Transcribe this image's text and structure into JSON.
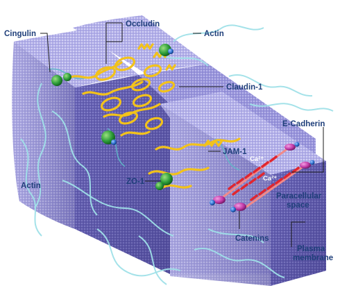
{
  "labels": {
    "cingulin": "Cingulin",
    "occludin": "Occludin",
    "actin_top": "Actin",
    "claudin": "Claudin-1",
    "ecadherin": "E-Cadherin",
    "jam": "JAM-1",
    "zo1": "ZO-1",
    "actin_left": "Actin",
    "ca1": "Ca²⁺",
    "ca2": "Ca²⁺",
    "paracellular_line1": "Paracellular",
    "paracellular_line2": "space",
    "catenins": "Catenins",
    "plasma_line1": "Plasma",
    "plasma_line2": "membrane"
  },
  "colors": {
    "membrane_light": "#b3b0e6",
    "membrane_mid": "#8a86d2",
    "membrane_dark": "#5b56a8",
    "protein_gold": "#f2c21b",
    "protein_green": "#2e9e3a",
    "actin_cyan": "#9fe0e8",
    "cadherin_red": "#e0262f",
    "catenin_magenta": "#c23aa8",
    "label_blue": "#1f3f7a"
  }
}
